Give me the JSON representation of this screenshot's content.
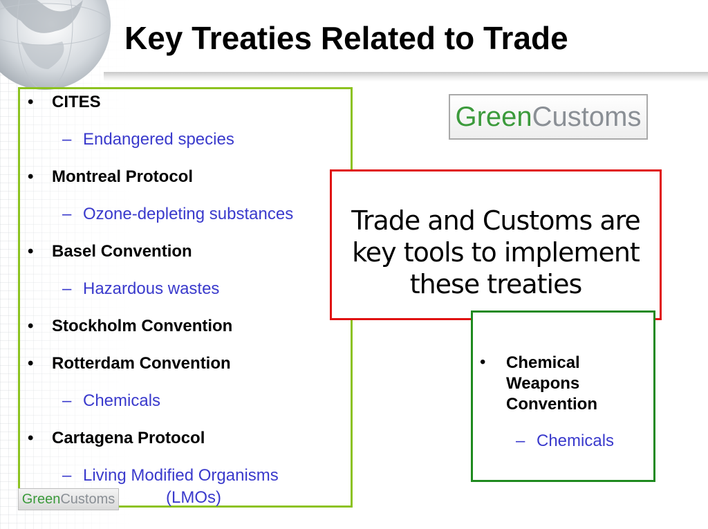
{
  "slide": {
    "title": "Key Treaties Related to Trade"
  },
  "logo": {
    "part_green": "Green",
    "part_gray": "Customs"
  },
  "treaties": [
    {
      "name": "CITES",
      "sub": "Endangered species"
    },
    {
      "name": "Montreal Protocol",
      "sub": "Ozone-depleting substances"
    },
    {
      "name": "Basel Convention",
      "sub": "Hazardous wastes"
    },
    {
      "name": "Stockholm Convention",
      "sub": ""
    },
    {
      "name": "Rotterdam Convention",
      "sub": "Chemicals"
    },
    {
      "name": "Cartagena Protocol",
      "sub_line1": "Living Modified Organisms",
      "sub_line2": "(LMOs)"
    }
  ],
  "callout": {
    "text_line1": "Trade and Customs are",
    "text_line2": "key tools to implement",
    "text_line3": "these treaties"
  },
  "other": {
    "title": "Chemical\nWeapons\nConvention",
    "sub": "Chemicals"
  },
  "colors": {
    "list_border": "#8cc220",
    "callout_border": "#e01010",
    "other_border": "#1f8a1f",
    "subitem_text": "#3a3acc",
    "logo_green": "#3b9a3b",
    "logo_gray": "#8a8f95"
  }
}
